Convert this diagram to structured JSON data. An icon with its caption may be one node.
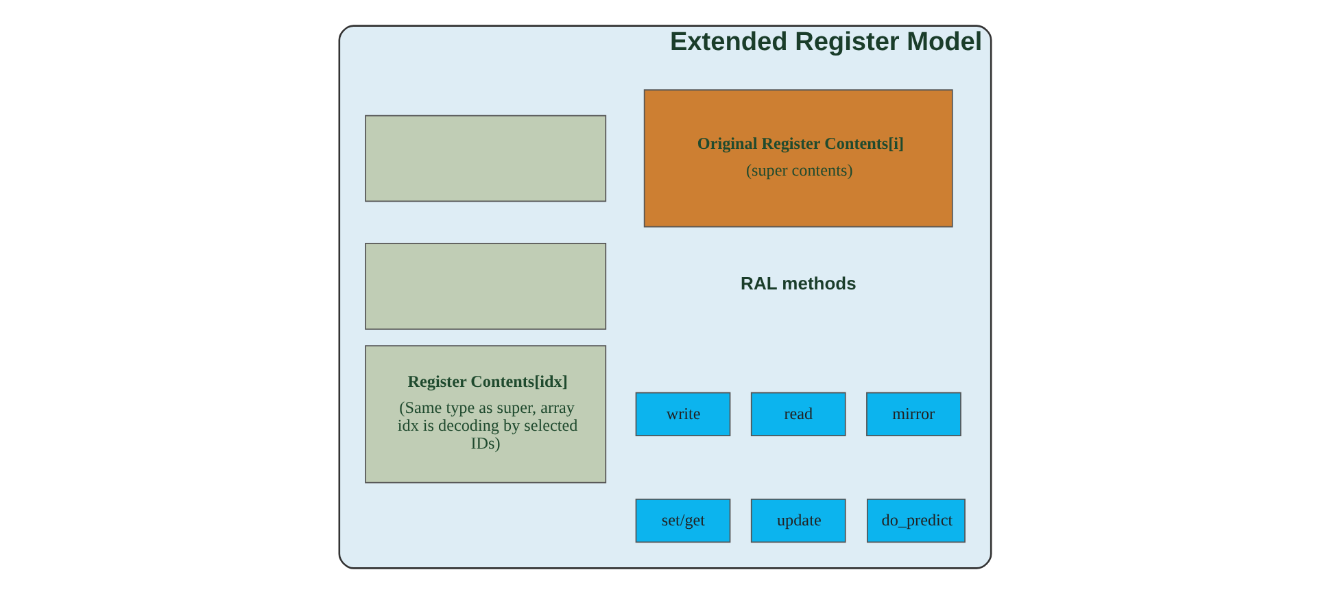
{
  "diagram": {
    "nodes": [
      {
        "text": [
          "Extended Register Model"
        ]
      },
      {
        "text": [
          "Original Register Contents[i]",
          "(super contents)"
        ],
        "in": 0
      },
      {
        "text": [
          "write"
        ],
        "in": 0
      },
      {
        "text": [
          "read"
        ],
        "in": 0
      },
      {
        "text": [
          "mirror"
        ],
        "in": 0
      },
      {
        "text": [
          "set/get"
        ],
        "in": 0
      },
      {
        "text": [
          "update"
        ],
        "in": 0
      },
      {
        "text": [
          "do_predict"
        ],
        "in": 0
      },
      {
        "text": [],
        "shape": "box",
        "in": 0
      },
      {
        "text": [],
        "shape": "box",
        "in": 0
      },
      {
        "text": [
          "Register Contents[idx]",
          "(Same type as super, array idx is decoding by selected IDs)"
        ],
        "in": 0
      }
    ],
    "edges": [],
    "labels": [
      "RAL methods"
    ]
  }
}
